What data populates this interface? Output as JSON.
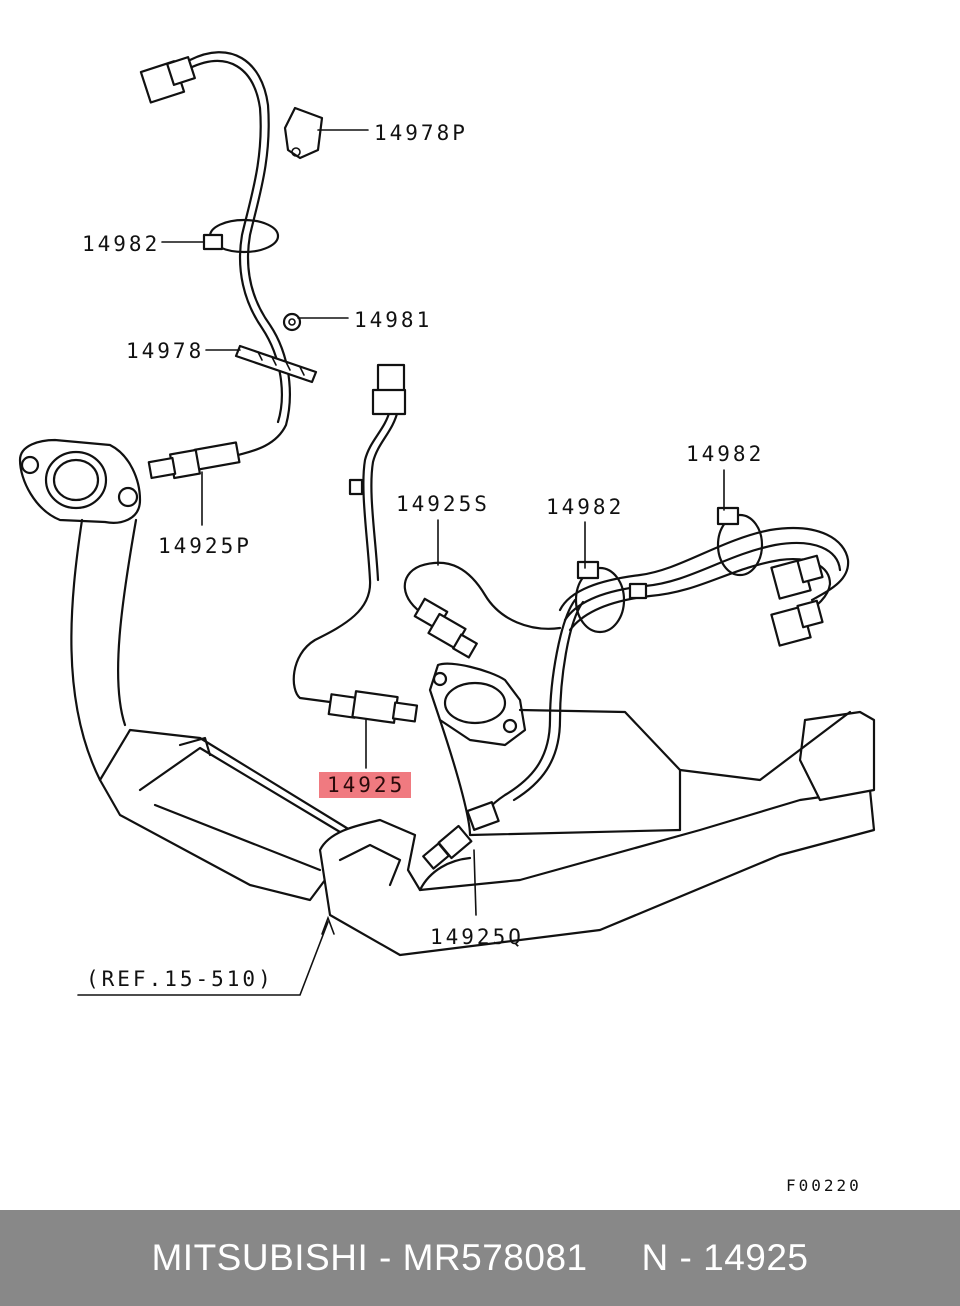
{
  "labels": {
    "p14978p": "14978P",
    "p14982_top": "14982",
    "p14981": "14981",
    "p14978": "14978",
    "p14925p": "14925P",
    "p14982_right": "14982",
    "p14925s": "14925S",
    "p14982_mid": "14982",
    "p14925": "14925",
    "p14925q": "14925Q",
    "ref": "(REF.15-510)",
    "figure_code": "F00220"
  },
  "highlight_color": "#f07a80",
  "footer": {
    "text": "MITSUBISHI - MR578081     N - 14925",
    "background": "#888888"
  }
}
